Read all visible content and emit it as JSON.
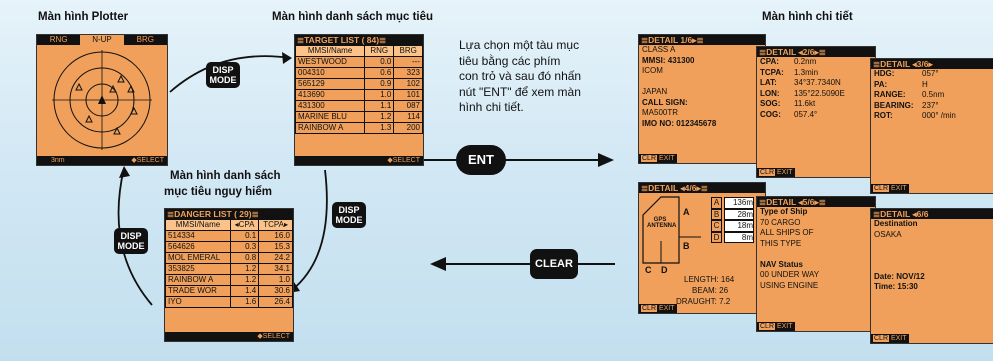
{
  "captions": {
    "plotter": "Màn hình Plotter",
    "target_list": "Màn hình danh sách mục tiêu",
    "danger_list_1": "Màn hình danh sách",
    "danger_list_2": "mục tiêu nguy hiểm",
    "detail": "Màn hình chi tiết"
  },
  "instruction": [
    "Lựa chọn một tàu mục",
    "tiêu bằng các phím",
    "con trỏ và sau đó nhấn",
    "nút \"ENT\" để xem màn",
    "hình chi tiết."
  ],
  "buttons": {
    "disp_mode": [
      "DISP",
      "MODE"
    ],
    "ent": "ENT",
    "clear": "CLEAR"
  },
  "plotter": {
    "tabs": [
      "RNG",
      "N-UP",
      "BRG"
    ],
    "range": "3nm",
    "select": "◆SELECT"
  },
  "target_list": {
    "title": "≣TARGET LIST ( 84)≣",
    "headers": [
      "MMSI/Name",
      "RNG",
      "BRG"
    ],
    "rows": [
      [
        "WESTWOOD",
        "0.0",
        "---"
      ],
      [
        "004310",
        "0.6",
        "323"
      ],
      [
        "565129",
        "0.9",
        "102"
      ],
      [
        "413690",
        "1.0",
        "101"
      ],
      [
        "431300",
        "1.1",
        "087"
      ],
      [
        "MARINE BLU",
        "1.2",
        "114"
      ],
      [
        "RAINBOW A",
        "1.3",
        "200"
      ]
    ],
    "select": "◆SELECT"
  },
  "danger_list": {
    "title": "≣DANGER LIST ( 29)≣",
    "headers": [
      "MMSI/Name",
      "◂CPA",
      "TCPA▸"
    ],
    "rows": [
      [
        "514334",
        "0.1",
        "16.0"
      ],
      [
        "564626",
        "0.3",
        "15.3"
      ],
      [
        "MOL EMERAL",
        "0.8",
        "24.2"
      ],
      [
        "353825",
        "1.2",
        "34.1"
      ],
      [
        "RAINBOW A",
        "1.2",
        "1.0"
      ],
      [
        "TRADE WOR",
        "1.4",
        "30.6"
      ],
      [
        "IYO",
        "1.6",
        "26.4"
      ]
    ],
    "select": "◆SELECT"
  },
  "detail1": {
    "title": "≣DETAIL 1/6▸≣",
    "lines": [
      "CLASS A",
      "MMSI: 431300",
      "ICOM",
      "",
      "JAPAN",
      "CALL SIGN:",
      "MA500TR",
      "IMO NO: 012345678"
    ],
    "foot": "EXIT",
    "clr": "CLR"
  },
  "detail2": {
    "title": "≣DETAIL ◂2/6▸≣",
    "rows": [
      [
        "CPA:",
        "0.2nm"
      ],
      [
        "TCPA:",
        "1.3min"
      ],
      [
        "LAT:",
        "34°37.7340N"
      ],
      [
        "LON:",
        "135°22.5090E"
      ],
      [
        "SOG:",
        "11.6kt"
      ],
      [
        "COG:",
        "057.4°"
      ]
    ],
    "foot": "EXIT",
    "clr": "CLR"
  },
  "detail3": {
    "title": "≣DETAIL ◂3/6▸",
    "rows": [
      [
        "HDG:",
        "057°"
      ],
      [
        "PA:",
        "H"
      ],
      [
        "RANGE:",
        "0.5nm"
      ],
      [
        "BEARING:",
        "237°"
      ],
      [
        "ROT:",
        "000° /min"
      ]
    ],
    "foot": "EXIT",
    "clr": "CLR"
  },
  "detail4": {
    "title": "≣DETAIL ◂4/6▸≣",
    "gps": "GPS ANTENNA",
    "dims": [
      [
        "A",
        "136m"
      ],
      [
        "B",
        "28m"
      ],
      [
        "C",
        "18m"
      ],
      [
        "D",
        "8m"
      ]
    ],
    "letters": [
      "A",
      "B",
      "C",
      "D"
    ],
    "length": [
      "LENGTH:",
      "164"
    ],
    "beam": [
      "BEAM:",
      "26"
    ],
    "draught": [
      "DRAUGHT:",
      "7.2"
    ],
    "foot": "EXIT",
    "clr": "CLR"
  },
  "detail5": {
    "title": "≣DETAIL ◂5/6▸≣",
    "lines": [
      "Type of Ship",
      "70 CARGO",
      "ALL SHIPS OF",
      "THIS TYPE",
      "",
      "NAV Status",
      "00 UNDER WAY",
      "USING ENGINE"
    ],
    "foot": "EXIT",
    "clr": "CLR"
  },
  "detail6": {
    "title": "≣DETAIL ◂6/6",
    "lines": [
      "Destination",
      "OSAKA",
      "",
      "",
      "",
      "Date: NOV/12",
      "Time: 15:30"
    ],
    "foot": "EXIT",
    "clr": "CLR"
  }
}
